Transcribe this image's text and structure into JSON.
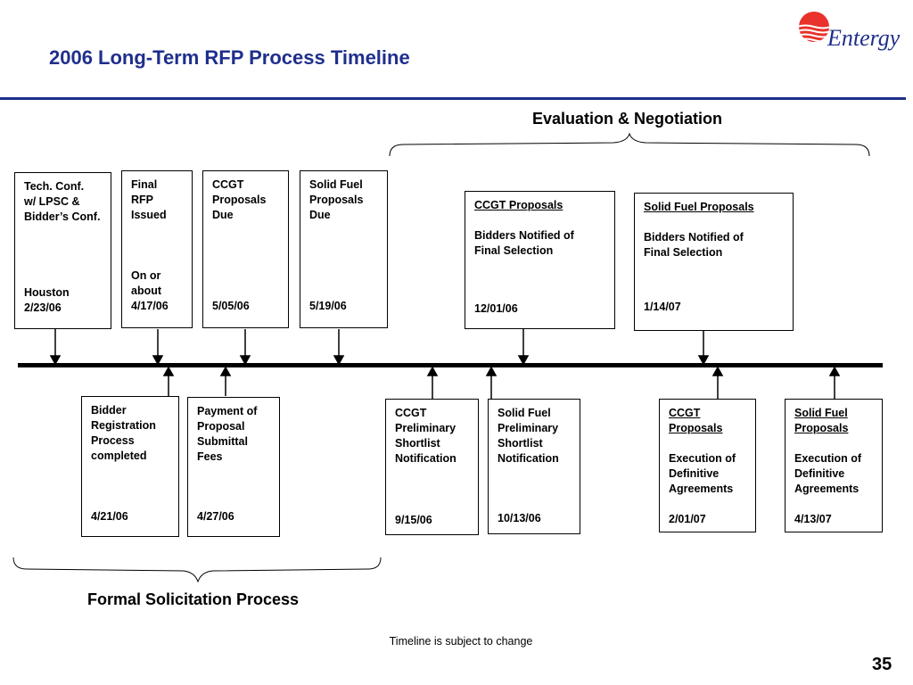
{
  "title": "2006 Long-Term RFP Process Timeline",
  "logo": {
    "text": "Entergy",
    "icon": "entergy-sun-logo",
    "color": "#e8322b"
  },
  "brand_color": "#1f2f8c",
  "brackets": {
    "top_label": "Evaluation & Negotiation",
    "bottom_label": "Formal Solicitation Process"
  },
  "top_boxes": [
    {
      "lines": [
        "Tech. Conf.",
        "w/ LPSC &",
        "Bidder’s Conf."
      ],
      "extra": "Houston",
      "date": "2/23/06"
    },
    {
      "lines": [
        "Final",
        "RFP",
        "Issued"
      ],
      "extra": "On or\nabout",
      "date": "4/17/06"
    },
    {
      "lines": [
        "CCGT",
        "Proposals",
        "Due"
      ],
      "date": "5/05/06"
    },
    {
      "lines": [
        "Solid Fuel",
        "Proposals",
        "Due"
      ],
      "date": "5/19/06"
    },
    {
      "heading": "CCGT Proposals",
      "lines": [
        "Bidders Notified of",
        "Final Selection"
      ],
      "date": "12/01/06"
    },
    {
      "heading": "Solid Fuel Proposals",
      "lines": [
        "Bidders Notified of",
        "Final Selection"
      ],
      "date": "1/14/07"
    }
  ],
  "bottom_boxes": [
    {
      "lines": [
        "Bidder",
        "Registration",
        "Process",
        "completed"
      ],
      "date": "4/21/06"
    },
    {
      "lines": [
        "Payment of",
        "Proposal",
        "Submittal",
        "Fees"
      ],
      "date": "4/27/06"
    },
    {
      "lines": [
        "CCGT",
        "Preliminary",
        "Shortlist",
        "Notification"
      ],
      "date": "9/15/06"
    },
    {
      "lines": [
        "Solid Fuel",
        "Preliminary",
        "Shortlist",
        "Notification"
      ],
      "date": "10/13/06"
    },
    {
      "heading": "CCGT",
      "heading2": "Proposals",
      "lines": [
        "Execution of",
        "Definitive",
        "Agreements"
      ],
      "date": "2/01/07"
    },
    {
      "heading": "Solid Fuel",
      "heading2": "Proposals",
      "lines": [
        "Execution of",
        "Definitive",
        "Agreements"
      ],
      "date": "4/13/07"
    }
  ],
  "note": "Timeline is subject to change",
  "page_number": "35"
}
